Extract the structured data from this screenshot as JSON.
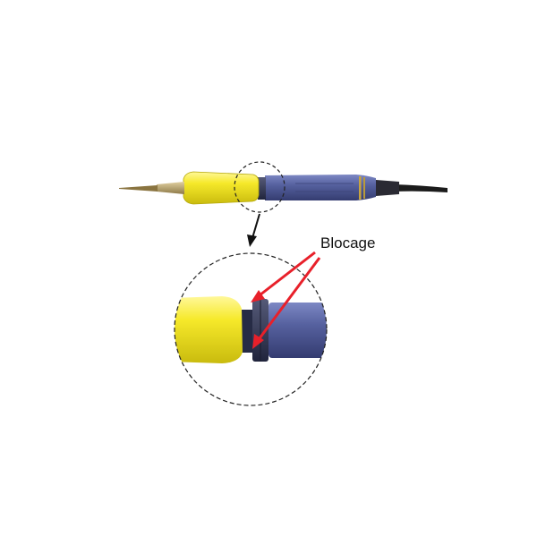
{
  "annotation": {
    "label": "Blocage",
    "arrow_color": "#e8202a"
  },
  "colors": {
    "grip": "#f2e51c",
    "handle": "#505a9a",
    "tip": "#b8a068",
    "cable": "#1b1b1b",
    "dashed_circle": "#222222"
  },
  "icons": {
    "tool": "soldering-iron",
    "pointer": "down-arrow"
  }
}
